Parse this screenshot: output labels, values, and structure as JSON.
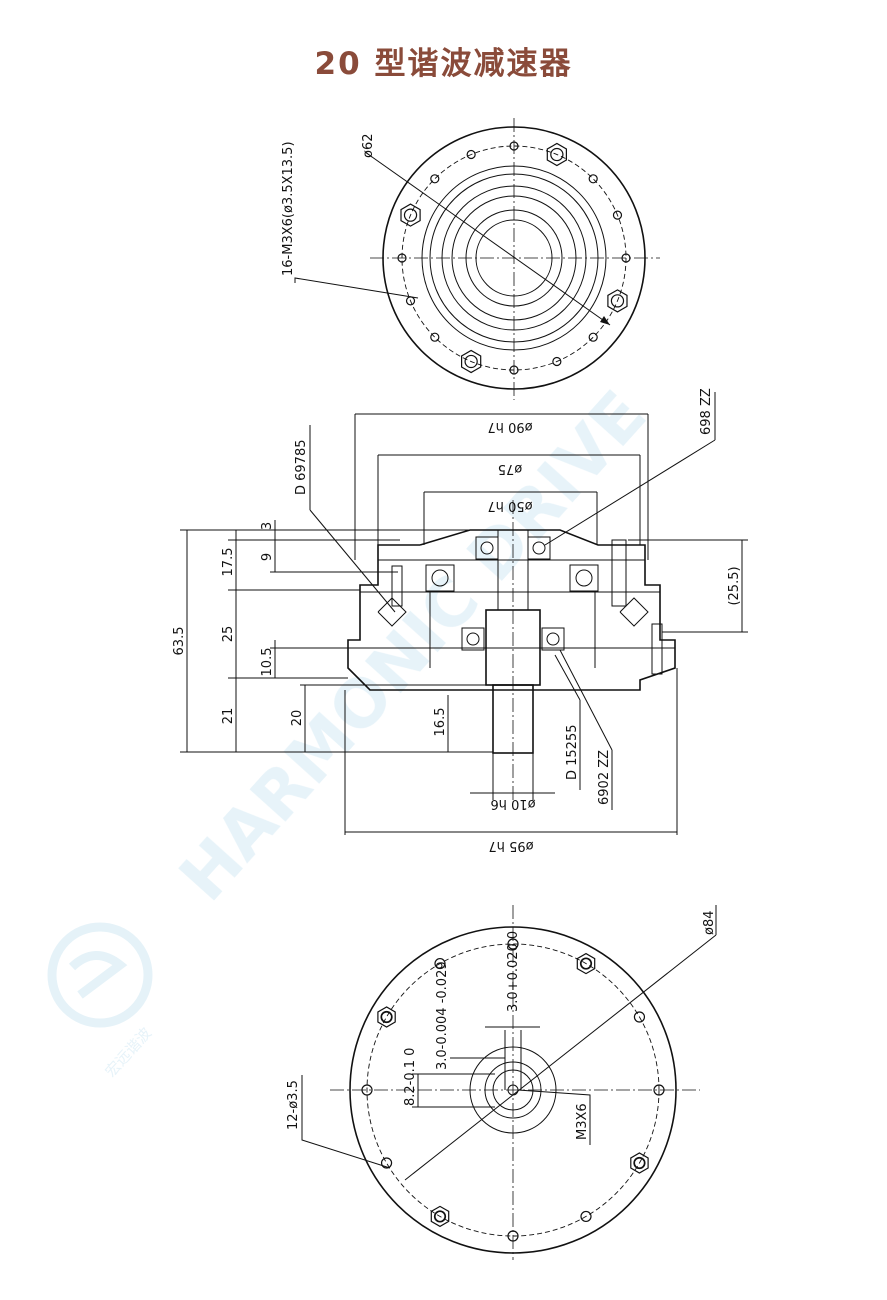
{
  "title": "20 型谐波减速器",
  "colors": {
    "title": "#8a4b3a",
    "line": "#111111",
    "watermark": "#dceff7"
  },
  "watermark": {
    "brand": "HARMONIC DRIVE",
    "logo_text": "宏远谐波"
  },
  "top_view": {
    "dia_label": "ø62",
    "holes_label": "16-M3X6(ø3.5X13.5)"
  },
  "section_view": {
    "d_outer_label": "ø90 h7",
    "d_mid_label": "ø75",
    "d_inner_label": "ø50 h7",
    "d_base_label": "ø95 h7",
    "d_shaft_label": "ø10 h6",
    "bearing_top_label": "698 ZZ",
    "bearing_left_label": "D 69785",
    "bearing_bottom_label": "D 15255",
    "bearing_bottom2_label": "6902 ZZ",
    "dims": {
      "total": "63.5",
      "d3": "3",
      "d9": "9",
      "d17_5": "17.5",
      "d25": "25",
      "d10_5": "10.5",
      "d21": "21",
      "d20": "20",
      "d16_5": "16.5",
      "d25_5": "(25.5)"
    }
  },
  "bottom_view": {
    "dia_label": "ø84",
    "holes_label": "12-ø3.5",
    "tap_label": "M3X6",
    "key1_label": "3.0+0.020 0",
    "key2_label": "3.0-0.004 -0.029",
    "key3_label": "8.2-0.1 0"
  }
}
